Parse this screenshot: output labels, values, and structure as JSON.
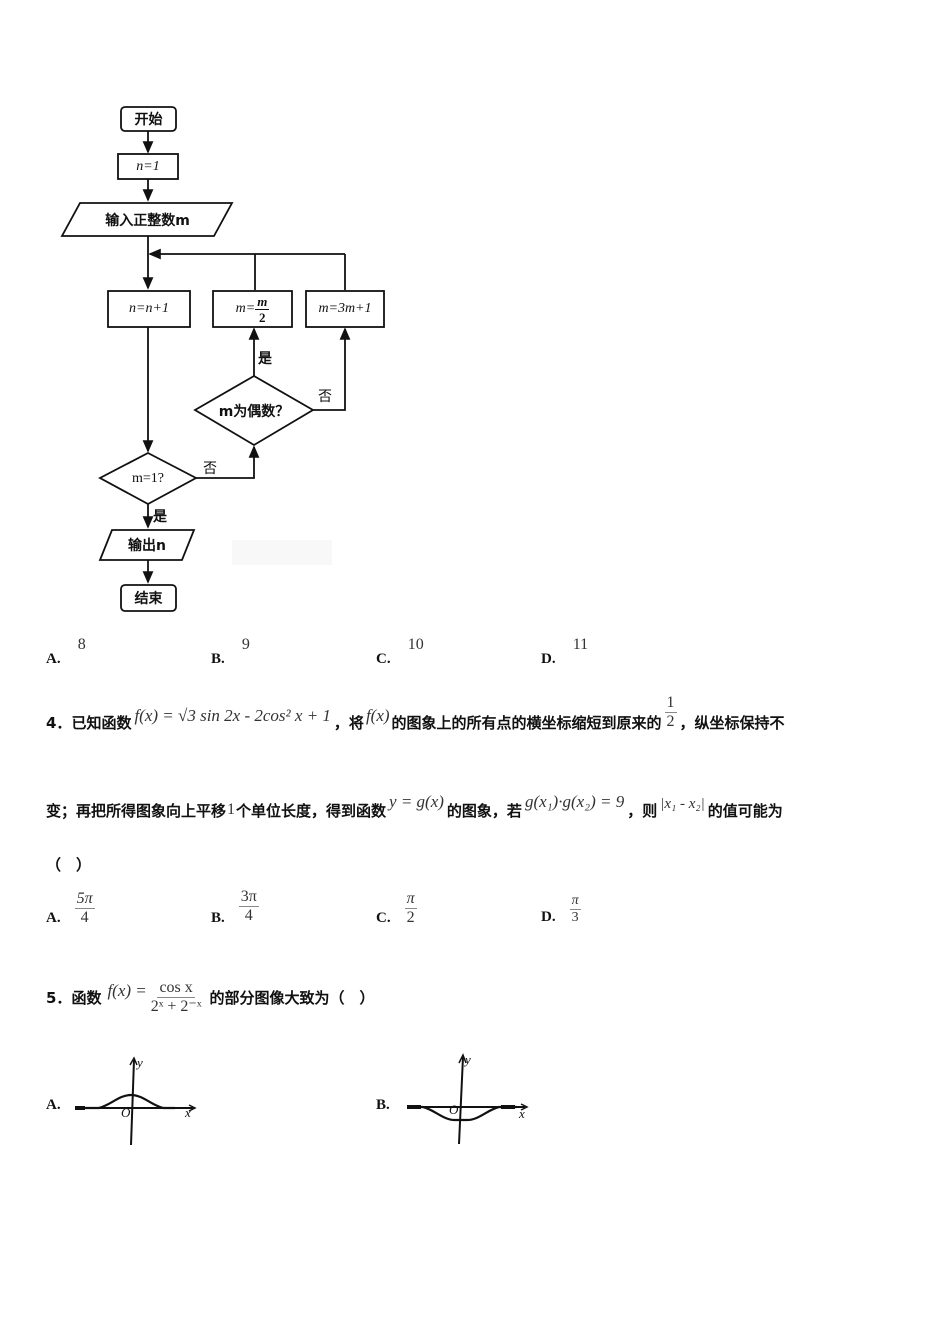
{
  "flowchart": {
    "start": "开始",
    "init": "n=1",
    "input": "输入正整数m",
    "increment": "n=n+1",
    "half_num": "m",
    "half_den": "2",
    "half_lhs": "m=",
    "triple": "m=3m+1",
    "even_check": "m为偶数？",
    "one_check": "m=1?",
    "yes": "是",
    "no": "否",
    "output": "输出n",
    "end": "结束"
  },
  "q3_options": [
    {
      "label": "A.",
      "value": "8"
    },
    {
      "label": "B.",
      "value": "9"
    },
    {
      "label": "C.",
      "value": "10"
    },
    {
      "label": "D.",
      "value": "11"
    }
  ],
  "q4": {
    "number": "4．",
    "text1": "已知函数",
    "formula_f": "f(x) = √3 sin 2x - 2cos² x + 1",
    "text2": "，将",
    "fx": "f(x)",
    "text3": "的图象上的所有点的横坐标缩短到原来的",
    "half_num": "1",
    "half_den": "2",
    "text4": "，纵坐标保持不",
    "text5": "变；再把所得图象向上平移",
    "shift": "1",
    "text6": "个单位长度，得到函数",
    "gfunc": "y = g(x)",
    "text7": "的图象，若",
    "cond": "g(x₁)·g(x₂) = 9",
    "text8": "，则",
    "absdiff": "|x₁ - x₂|",
    "text9": "的值可能为",
    "paren": "（　）",
    "options": [
      {
        "label": "A.",
        "num": "5π",
        "den": "4"
      },
      {
        "label": "B.",
        "num": "3π",
        "den": "4"
      },
      {
        "label": "C.",
        "num": "π",
        "den": "2"
      },
      {
        "label": "D.",
        "num": "π",
        "den": "3"
      }
    ]
  },
  "q5": {
    "number": "5．",
    "text1": "函数",
    "lhs": "f(x) =",
    "num": "cos x",
    "den": "2ˣ + 2⁻ˣ",
    "text2": "的部分图像大致为（　）",
    "options": [
      {
        "label": "A.",
        "axis_x": "x",
        "axis_y": "y",
        "origin": "O"
      },
      {
        "label": "B.",
        "axis_x": "x",
        "axis_y": "y",
        "origin": "O"
      }
    ]
  }
}
